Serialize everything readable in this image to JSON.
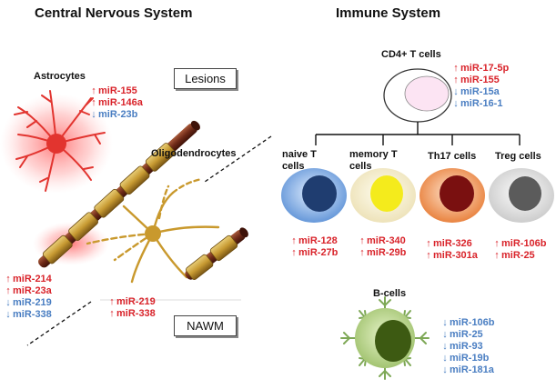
{
  "titles": {
    "cns": "Central Nervous System",
    "immune": "Immune System"
  },
  "cns": {
    "lesions": "Lesions",
    "nawm": "NAWM",
    "astrocytes": "Astrocytes",
    "oligodendrocytes": "Oligodendrocytes",
    "astro_mirs": [
      {
        "name": "miR-155",
        "dir": "up"
      },
      {
        "name": "miR-146a",
        "dir": "up"
      },
      {
        "name": "miR-23b",
        "dir": "down"
      }
    ],
    "lesion_mirs": [
      {
        "name": "miR-214",
        "dir": "up"
      },
      {
        "name": "miR-23a",
        "dir": "up"
      },
      {
        "name": "miR-219",
        "dir": "down"
      },
      {
        "name": "miR-338",
        "dir": "down"
      }
    ],
    "nawm_mirs": [
      {
        "name": "miR-219",
        "dir": "up"
      },
      {
        "name": "miR-338",
        "dir": "up"
      }
    ]
  },
  "immune": {
    "cd4": {
      "label": "CD4+ T cells",
      "mirs": [
        {
          "name": "miR-17-5p",
          "dir": "up"
        },
        {
          "name": "miR-155",
          "dir": "up"
        },
        {
          "name": "miR-15a",
          "dir": "down"
        },
        {
          "name": "miR-16-1",
          "dir": "down"
        }
      ]
    },
    "naive": {
      "label1": "naive T",
      "label2": "cells",
      "mirs": [
        {
          "name": "miR-128",
          "dir": "up"
        },
        {
          "name": "miR-27b",
          "dir": "up"
        }
      ]
    },
    "memory": {
      "label1": "memory T",
      "label2": "cells",
      "mirs": [
        {
          "name": "miR-340",
          "dir": "up"
        },
        {
          "name": "miR-29b",
          "dir": "up"
        }
      ]
    },
    "th17": {
      "label": "Th17 cells",
      "mirs": [
        {
          "name": "miR-326",
          "dir": "up"
        },
        {
          "name": "miR-301a",
          "dir": "up"
        }
      ]
    },
    "treg": {
      "label": "Treg cells",
      "mirs": [
        {
          "name": "miR-106b",
          "dir": "up"
        },
        {
          "name": "miR-25",
          "dir": "up"
        }
      ]
    },
    "bcells": {
      "label": "B-cells",
      "mirs": [
        {
          "name": "miR-106b",
          "dir": "down"
        },
        {
          "name": "miR-25",
          "dir": "down"
        },
        {
          "name": "miR-93",
          "dir": "down"
        },
        {
          "name": "miR-19b",
          "dir": "down"
        },
        {
          "name": "miR-181a",
          "dir": "down"
        }
      ]
    }
  },
  "colors": {
    "up": "#d9242b",
    "down": "#4a7ec2"
  }
}
